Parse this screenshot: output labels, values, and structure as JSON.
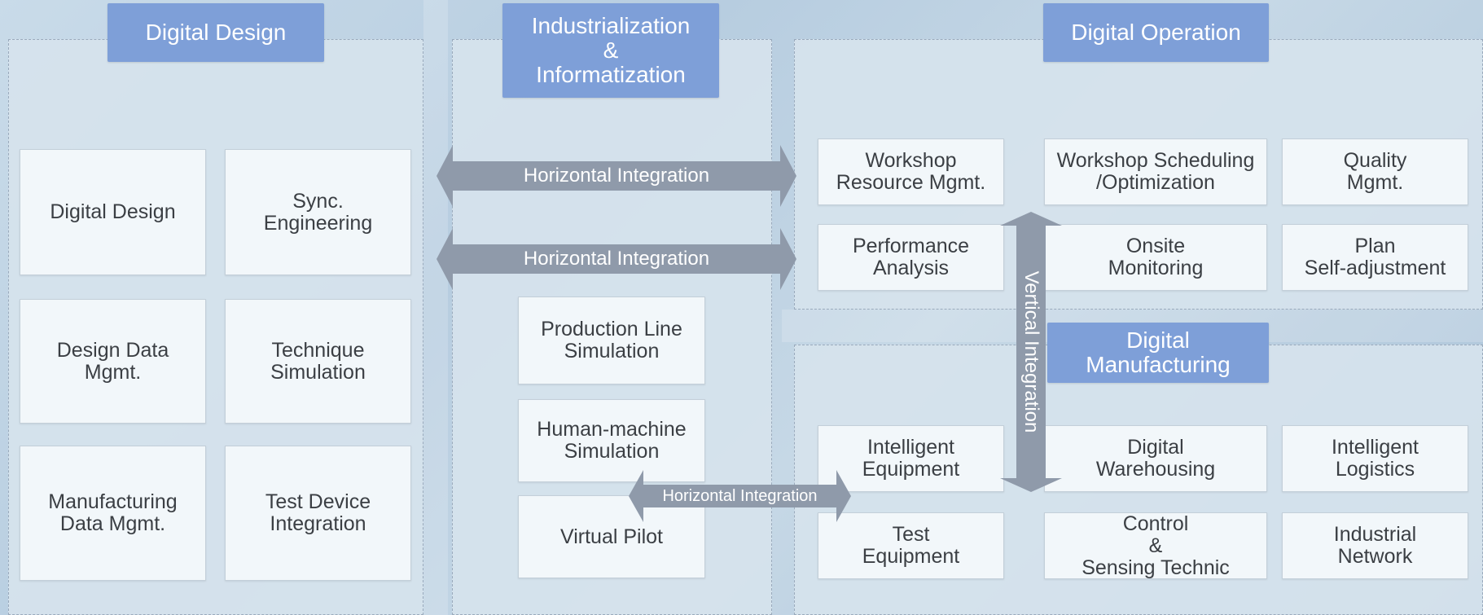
{
  "sections": {
    "design": {
      "title": "Digital Design"
    },
    "industrialization": {
      "title": "Industrialization\n&\nInformatization"
    },
    "operation": {
      "title": "Digital Operation"
    },
    "manufacturing": {
      "title": "Digital\nManufacturing"
    }
  },
  "design_boxes": [
    "Digital Design",
    "Sync.\nEngineering",
    "Design Data\nMgmt.",
    "Technique\nSimulation",
    "Manufacturing\nData Mgmt.",
    "Test Device\nIntegration"
  ],
  "industrialization_boxes": [
    "Production Line\nSimulation",
    "Human-machine\nSimulation",
    "Virtual Pilot"
  ],
  "operation_boxes": [
    "Workshop\nResource Mgmt.",
    "Workshop Scheduling\n/Optimization",
    "Quality\nMgmt.",
    "Performance\nAnalysis",
    "Onsite\nMonitoring",
    "Plan\nSelf-adjustment"
  ],
  "manufacturing_boxes": [
    "Intelligent\nEquipment",
    "Digital\nWarehousing",
    "Intelligent\nLogistics",
    "Test\nEquipment",
    "Control\n&\nSensing Technic",
    "Industrial\nNetwork"
  ],
  "arrows": {
    "horizontal_1": "Horizontal Integration",
    "horizontal_2": "Horizontal Integration",
    "horizontal_3": "Horizontal Integration",
    "vertical": "Vertical Integration"
  },
  "colors": {
    "header": "#7e9fd8",
    "arrow": "#8f9aaa",
    "box": "#f2f7fa",
    "panel": "#d6e3ed"
  }
}
